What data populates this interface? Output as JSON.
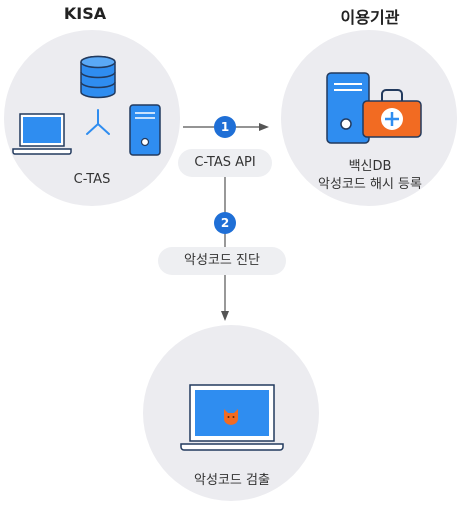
{
  "left_node": {
    "title": "KISA",
    "caption": "C-TAS"
  },
  "right_node": {
    "title": "이용기관",
    "caption_line1": "백신DB",
    "caption_line2": "악성코드 해시 등록"
  },
  "bottom_node": {
    "caption": "악성코드 검출"
  },
  "edges": [
    {
      "step": "1",
      "label": "C-TAS API"
    },
    {
      "step": "2",
      "label": "악성코드 진단"
    }
  ],
  "colors": {
    "accent_blue": "#1f6fd6",
    "screen_blue": "#2f8df0",
    "kit_orange": "#f26b22",
    "circle_gray": "#ececf0"
  },
  "icons": [
    "database-icon",
    "laptop-icon",
    "network-icon",
    "server-icon",
    "first-aid-kit-icon",
    "cat-malware-icon"
  ]
}
